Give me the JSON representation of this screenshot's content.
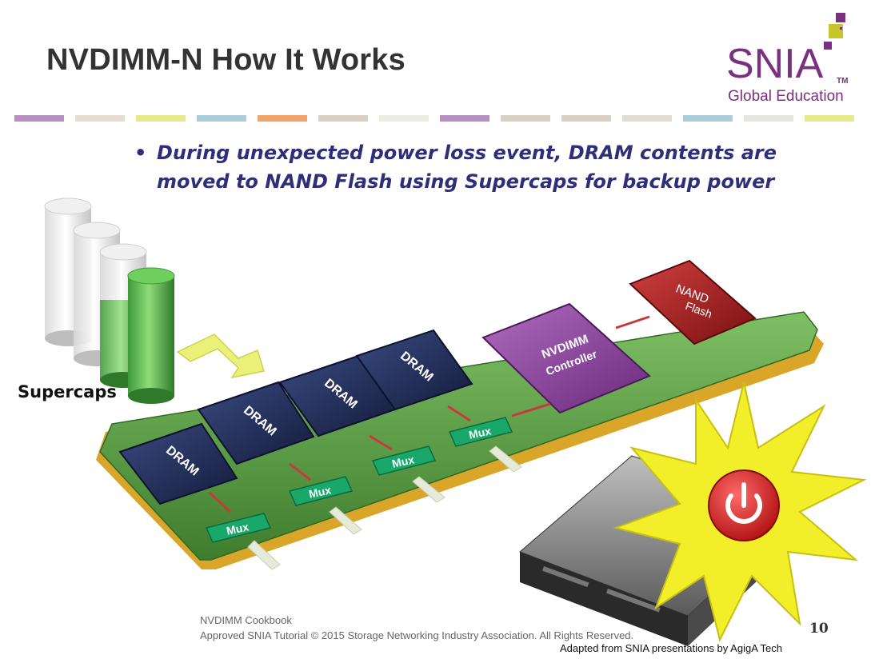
{
  "slide": {
    "title": "NVDIMM-N How It Works",
    "bullet_line1": "During unexpected power loss event, DRAM contents are",
    "bullet_line2": "moved to NAND Flash using Supercaps for backup power",
    "bullet_marker": "•"
  },
  "logo": {
    "name": "SNIA",
    "tm": "TM",
    "subtitle": "Global Education",
    "color": "#7a2f80"
  },
  "diagram": {
    "supercaps_label": "Supercaps",
    "dram_label": "DRAM",
    "mux_label": "Mux",
    "controller_line1": "NVDIMM",
    "controller_line2": "Controller",
    "nand_line1": "NAND",
    "nand_line2": "Flash",
    "colors": {
      "board": "#4f8f3a",
      "dram": "#1e2a55",
      "mux": "#1aa86a",
      "controller": "#8a3f9a",
      "nand": "#a82020",
      "gold_edge": "#d9a62a",
      "burst": "#f2ee2a",
      "power_button": "#d62828"
    },
    "icons": [
      "power-icon",
      "supercap-cylinder-icon",
      "server-icon"
    ]
  },
  "stripe_colors": [
    "#b890c0",
    "#e4ddd0",
    "#e6ea8a",
    "#a9cdd9",
    "#f0a36a",
    "#d8d0c4",
    "#ecece4",
    "#b890c0",
    "#d8d0c4",
    "#d8d0c4",
    "#e0dcd4",
    "#a9cdd9",
    "#e6e6e0",
    "#e6ea8a"
  ],
  "footer": {
    "line1": "NVDIMM Cookbook",
    "line2": "Approved SNIA Tutorial © 2015 Storage Networking Industry Association. All Rights Reserved.",
    "page_number": "10",
    "attribution": "Adapted from SNIA presentations by AgigA Tech"
  }
}
